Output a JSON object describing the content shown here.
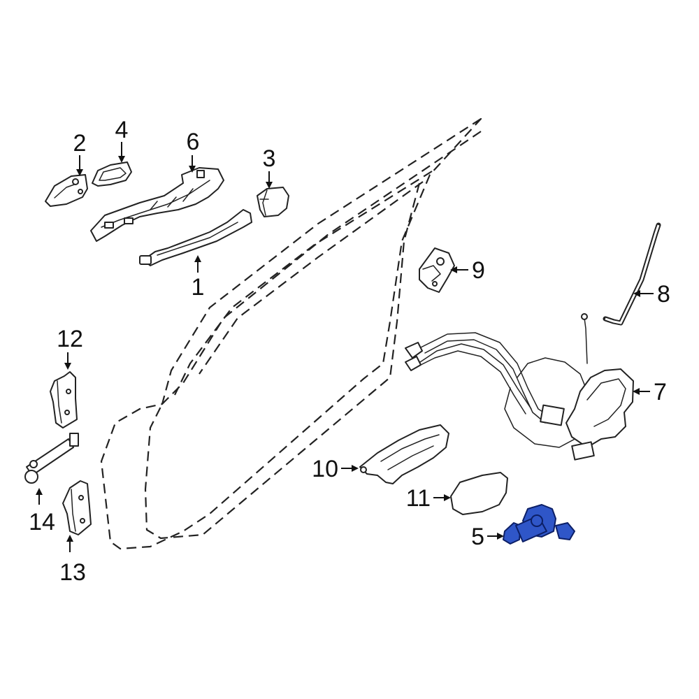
{
  "parts": [
    {
      "id": "p1",
      "number": "1",
      "highlighted": false
    },
    {
      "id": "p2",
      "number": "2",
      "highlighted": false
    },
    {
      "id": "p3",
      "number": "3",
      "highlighted": false
    },
    {
      "id": "p4",
      "number": "4",
      "highlighted": false
    },
    {
      "id": "p5",
      "number": "5",
      "highlighted": true
    },
    {
      "id": "p6",
      "number": "6",
      "highlighted": false
    },
    {
      "id": "p7",
      "number": "7",
      "highlighted": false
    },
    {
      "id": "p8",
      "number": "8",
      "highlighted": false
    },
    {
      "id": "p9",
      "number": "9",
      "highlighted": false
    },
    {
      "id": "p10",
      "number": "10",
      "highlighted": false
    },
    {
      "id": "p11",
      "number": "11",
      "highlighted": false
    },
    {
      "id": "p12",
      "number": "12",
      "highlighted": false
    },
    {
      "id": "p13",
      "number": "13",
      "highlighted": false
    },
    {
      "id": "p14",
      "number": "14",
      "highlighted": false
    }
  ],
  "colors": {
    "highlight_fill": "#2f56c8",
    "highlight_stroke": "#0c1f66",
    "line": "#222222",
    "background": "#ffffff"
  }
}
